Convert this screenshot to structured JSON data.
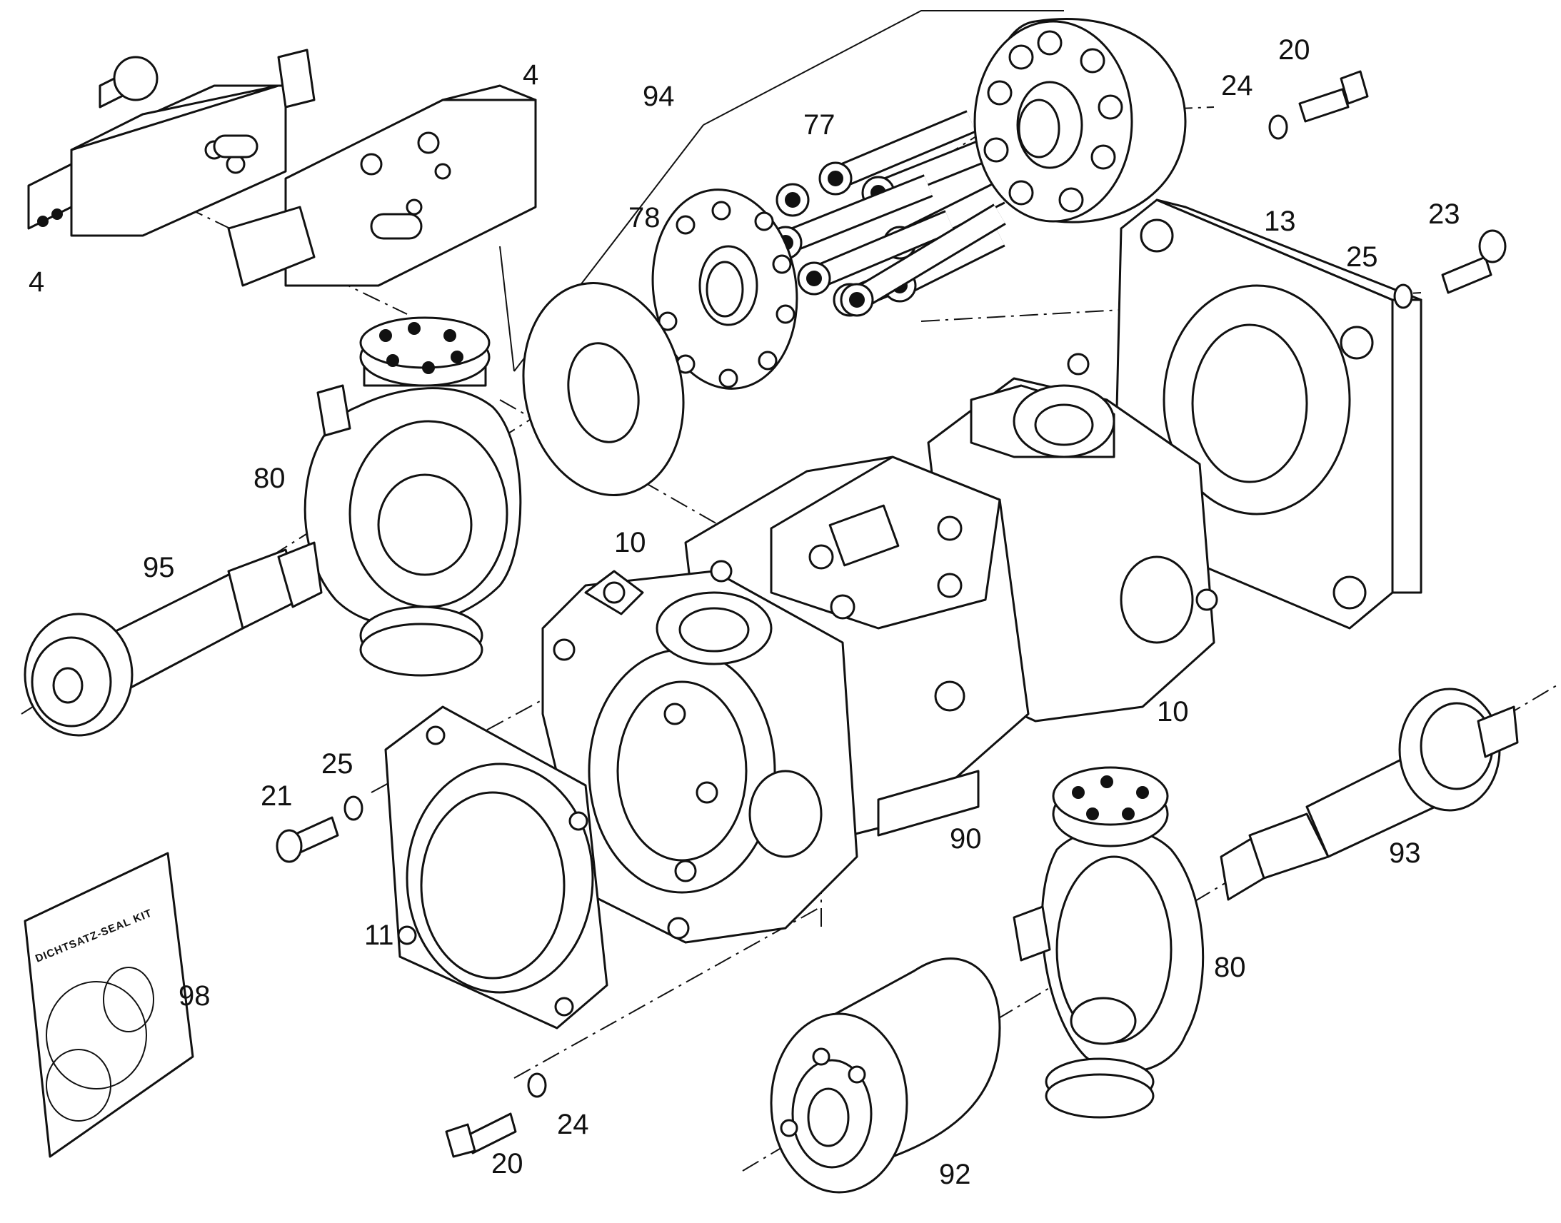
{
  "callouts": [
    {
      "label": "4"
    },
    {
      "label": "4"
    },
    {
      "label": "94"
    },
    {
      "label": "77"
    },
    {
      "label": "78"
    },
    {
      "label": "20"
    },
    {
      "label": "24"
    },
    {
      "label": "13"
    },
    {
      "label": "23"
    },
    {
      "label": "25"
    },
    {
      "label": "80"
    },
    {
      "label": "95"
    },
    {
      "label": "10"
    },
    {
      "label": "10"
    },
    {
      "label": "25"
    },
    {
      "label": "21"
    },
    {
      "label": "90"
    },
    {
      "label": "93"
    },
    {
      "label": "11"
    },
    {
      "label": "98"
    },
    {
      "label": "80"
    },
    {
      "label": "24"
    },
    {
      "label": "20"
    },
    {
      "label": "92"
    }
  ],
  "seal_kit": {
    "text": "DICHTSATZ-SEAL KIT"
  }
}
